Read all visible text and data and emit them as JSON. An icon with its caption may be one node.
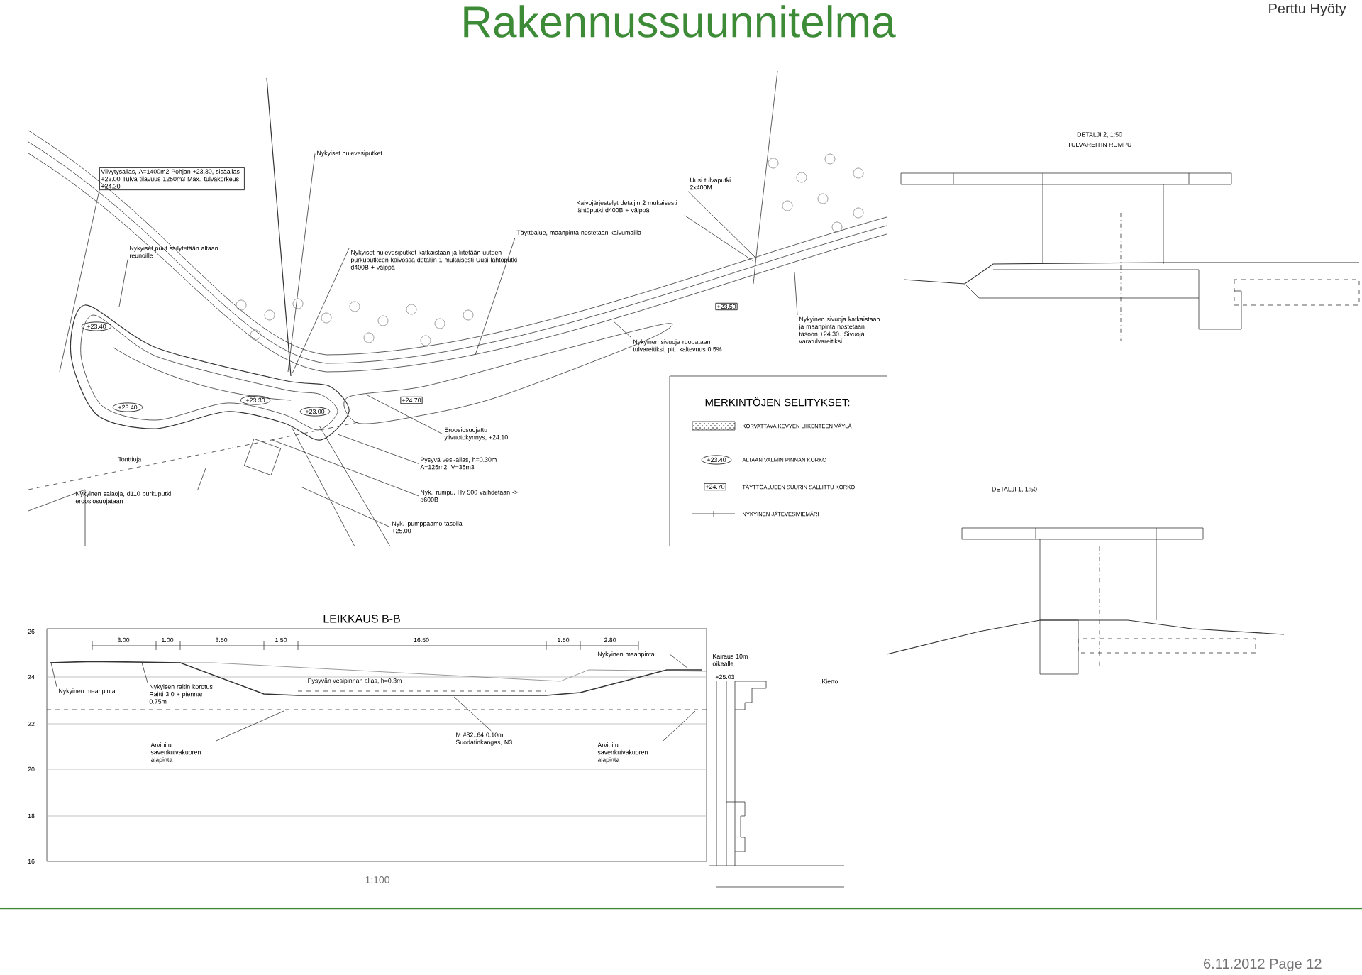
{
  "diagram": {
    "title": "Rakennussuunnitelma",
    "nodes": [
      {
        "text": [
          "Viivytysallas, A=1400m2 Pohjan +23,30, sisäallas +23.00 Tulva tilavuus 1250m3 Max. tulvakorkeus +24.20"
        ]
      },
      {
        "text": [
          "Nykyiset hulevesiputket"
        ]
      },
      {
        "text": [
          "Nykyiset puut säilytetään altaan reunoille"
        ]
      },
      {
        "text": [
          "Nykyiset hulevesiputket katkaistaan ja liitetään uuteen purkuputkeen kaivossa detaljin 1 mukaisesti Uusi lähtöputki d400B + välppä"
        ]
      },
      {
        "text": [
          "Täyttöalue, maanpinta nostetaan kaivumailla"
        ]
      },
      {
        "text": [
          "Uusi tulvaputki 2x400M"
        ]
      },
      {
        "text": [
          "Kaivojärjestelyt detaljin 2 mukaisesti lähtöputki d400B + välppä"
        ]
      },
      {
        "text": [
          "Nykyinen sivuoja ruopataan tulvareitiksi, pit. kaltevuus 0.5%"
        ]
      },
      {
        "text": [
          "Nykyinen sivuoja katkaistaan ja maanpinta nostetaan tasoon +24.30. Sivuoja varatulvareitiksi."
        ]
      },
      {
        "text": [
          "Eroosiosuojattu ylivuotokynnys, +24.10"
        ]
      },
      {
        "text": [
          "Pysyvä vesi-allas, h=0.30m A=125m2, V=35m3"
        ]
      },
      {
        "text": [
          "Nyk. rumpu, Hv 500 vaihdetaan -> d600B"
        ]
      },
      {
        "text": [
          "Nyk. pumppaamo tasolla +25.00"
        ]
      },
      {
        "text": [
          "Nykyinen salaoja, d110 purkuputki eroosiosuojataan"
        ]
      },
      {
        "text": [
          "+23.40"
        ]
      },
      {
        "text": [
          "+23.40"
        ]
      },
      {
        "text": [
          "+23.30"
        ]
      },
      {
        "text": [
          "+23.00"
        ]
      },
      {
        "text": [
          "+24.70"
        ]
      },
      {
        "text": [
          "+23.50"
        ]
      },
      {
        "text": [
          "Nykyinen maanpinta"
        ]
      },
      {
        "text": [
          "Nykyisen raitin korotus Raitti 3.0 + piennar 0.75m"
        ]
      },
      {
        "text": [
          "Arvioitu savenkuivakuoren alapinta"
        ]
      },
      {
        "text": [
          "Arvioitu savenkuivakuoren alapinta"
        ]
      },
      {
        "text": [
          "M #32..64 0.10m Suodatinkangas, N3"
        ]
      },
      {
        "text": [
          "Nykyinen maanpinta"
        ]
      }
    ],
    "edges": [
      {
        "from": 0,
        "to": null,
        "arrow": "none"
      },
      {
        "from": 1,
        "to": null,
        "arrow": "none"
      },
      {
        "from": 2,
        "to": null,
        "arrow": "none"
      },
      {
        "from": 3,
        "to": null,
        "arrow": "none"
      },
      {
        "from": 4,
        "to": null,
        "arrow": "none"
      },
      {
        "from": 5,
        "to": null,
        "arrow": "none"
      },
      {
        "from": 6,
        "to": null,
        "arrow": "none"
      },
      {
        "from": 7,
        "to": null,
        "arrow": "none"
      },
      {
        "from": 8,
        "to": null,
        "arrow": "none"
      },
      {
        "from": 9,
        "to": null,
        "arrow": "none"
      },
      {
        "from": 10,
        "to": null,
        "arrow": "none"
      },
      {
        "from": 11,
        "to": null,
        "arrow": "none"
      },
      {
        "from": 12,
        "to": null,
        "arrow": "none"
      },
      {
        "from": 13,
        "to": null,
        "arrow": "none"
      },
      {
        "from": 20,
        "to": null,
        "arrow": "none"
      },
      {
        "from": 21,
        "to": null,
        "arrow": "none"
      },
      {
        "from": 22,
        "to": null,
        "arrow": "none"
      },
      {
        "from": 23,
        "to": null,
        "arrow": "none"
      },
      {
        "from": 24,
        "to": null,
        "arrow": "none"
      },
      {
        "from": 25,
        "to": null,
        "arrow": "none"
      }
    ],
    "labels": [
      "Perttu Hyöty",
      "Tonttioja",
      "MERKINTÖJEN SELITYKSET:",
      "+23.40",
      "+24.70",
      "DETALJI 2, 1:50",
      "TULVAREITIN RUMPU",
      "DETALJI 1, 1:50",
      "LEIKKAUS B-B",
      "3.00",
      "1.00",
      "3.50",
      "1.50",
      "16.50",
      "1.50",
      "2.80",
      "Pysyvän vesipinnan allas, h=0.3m",
      "Kairaus 10m oikealle",
      "+25.03",
      "Kierto",
      "1:100",
      "26",
      "24",
      "22",
      "20",
      "18",
      "16",
      "6.11.2012 Page 12"
    ],
    "legend": [
      {
        "text": "KORVATTAVA KEVYEN LIIKENTEEN VÄYLÄ"
      },
      {
        "text": "ALTAAN VALMIN PINNAN KORKO"
      },
      {
        "text": "TÄYTTÖALUEEN SUURIN SALLITTU KORKO"
      },
      {
        "text": "NYKYINEN JÄTEVESIVIEMÄRI"
      }
    ]
  }
}
